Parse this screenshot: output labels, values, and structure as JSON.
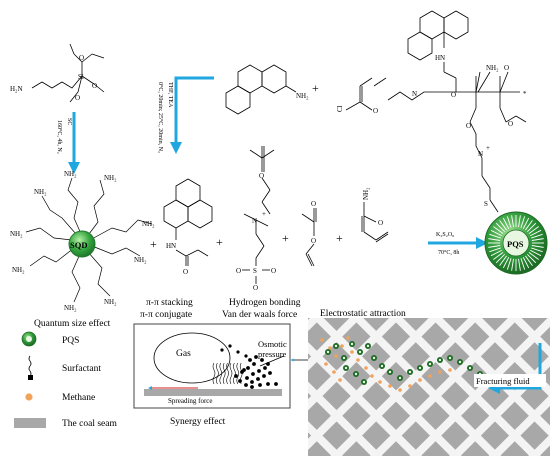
{
  "colors": {
    "arrow_blue": "#21a7e0",
    "sphere_green": "#2e9a3a",
    "sphere_dark": "#1f7a2b",
    "methane_orange": "#f0a35a",
    "coal_grey": "#a8a8a8"
  },
  "reaction_conditions": {
    "sc_step": "SC",
    "sc_conditions": "160°C, 4h, N₂",
    "thf_step": "THF, TEA",
    "thf_conditions": "0°C, 20min; 25°C, 20min, N₂",
    "pqs_step": "K₂S₂O₈",
    "pqs_conditions": "70°C, 8h"
  },
  "atoms": {
    "nh2": "NH₂",
    "h2n": "H₂N",
    "cl": "Cl",
    "o": "O",
    "s": "S",
    "n": "N",
    "hn": "HN",
    "si": "Si",
    "plus_charge": "+",
    "star": "*"
  },
  "labels": {
    "sqd": "SQD",
    "pqs": "PQS",
    "quantum_size_effect": "Quantum size effect",
    "pi_stacking": "π-π stacking",
    "pi_conjugate": "π-π conjugate",
    "hydrogen_bonding": "Hydrogen bonding",
    "van_der_waals": "Van der waals force",
    "electrostatic": "Electrostatic attraction",
    "gas": "Gas",
    "osmotic_pressure_1": "Osmotic",
    "osmotic_pressure_2": "pressure",
    "spreading_force": "Spreading force",
    "synergy_effect": "Synergy effect",
    "fracturing_fluid": "Fracturing fluid",
    "plus": "+"
  },
  "legend": [
    {
      "icon": "pqs-sphere-icon",
      "label": "PQS"
    },
    {
      "icon": "surfactant-icon",
      "label": "Surfactant"
    },
    {
      "icon": "methane-dot-icon",
      "label": "Methane"
    },
    {
      "icon": "coal-seam-swatch-icon",
      "label": "The coal seam"
    }
  ]
}
